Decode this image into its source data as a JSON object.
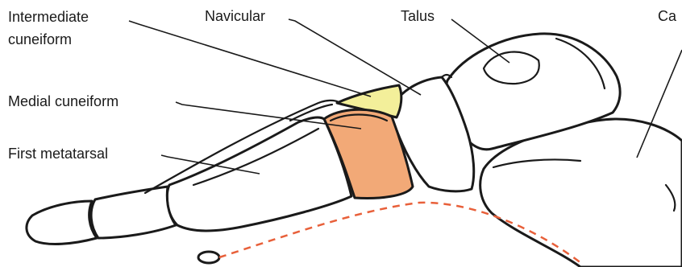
{
  "labels": {
    "intermediate_cuneiform_line1": "Intermediate",
    "intermediate_cuneiform_line2": "cuneiform",
    "navicular": "Navicular",
    "talus": "Talus",
    "calcaneus_partial": "Ca",
    "medial_cuneiform": "Medial cuneiform",
    "first_metatarsal": "First metatarsal"
  },
  "colors": {
    "medial_cuneiform_fill": "#f2a977",
    "intermediate_cuneiform_fill": "#f3ef9a",
    "arch_line": "#e8603a",
    "outline": "#1a1a1a"
  }
}
